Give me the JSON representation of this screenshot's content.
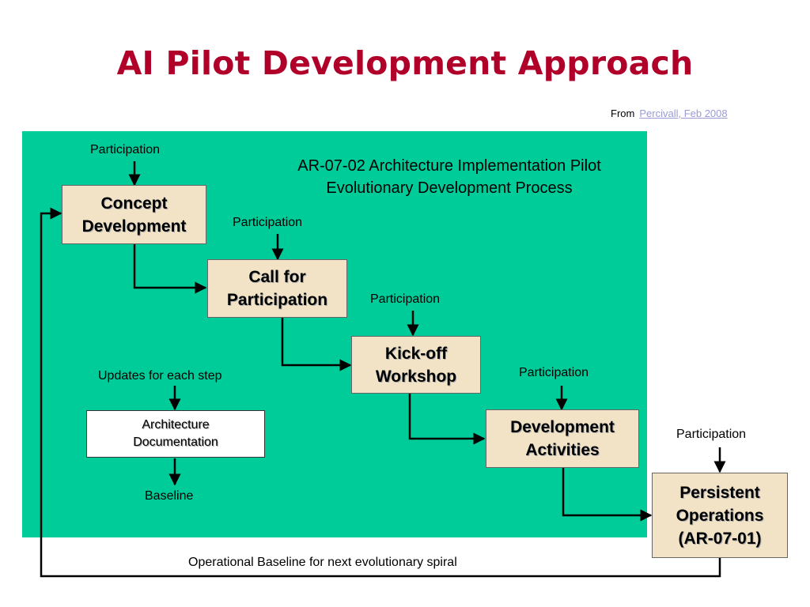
{
  "slide": {
    "title": "AI Pilot Development Approach",
    "source_prefix": "From",
    "source_link": "Percivall, Feb 2008"
  },
  "diagram": {
    "subtitle": "AR-07-02 Architecture Implementation Pilot\nEvolutionary Development Process",
    "steps": {
      "concept": "Concept\nDevelopment",
      "call": "Call for\nParticipation",
      "kickoff": "Kick-off\nWorkshop",
      "development": "Development\nActivities",
      "persistent": "Persistent\nOperations\n(AR-07-01)"
    },
    "documentation": "Architecture\nDocumentation",
    "labels": {
      "participation": "Participation",
      "updates": "Updates for each step",
      "baseline": "Baseline",
      "operational_baseline": "Operational Baseline for next evolutionary spiral"
    },
    "colors": {
      "title": "#b0002a",
      "background_panel": "#00cc99",
      "step_box": "#f2e3c6",
      "link": "#9a9ad8"
    }
  }
}
